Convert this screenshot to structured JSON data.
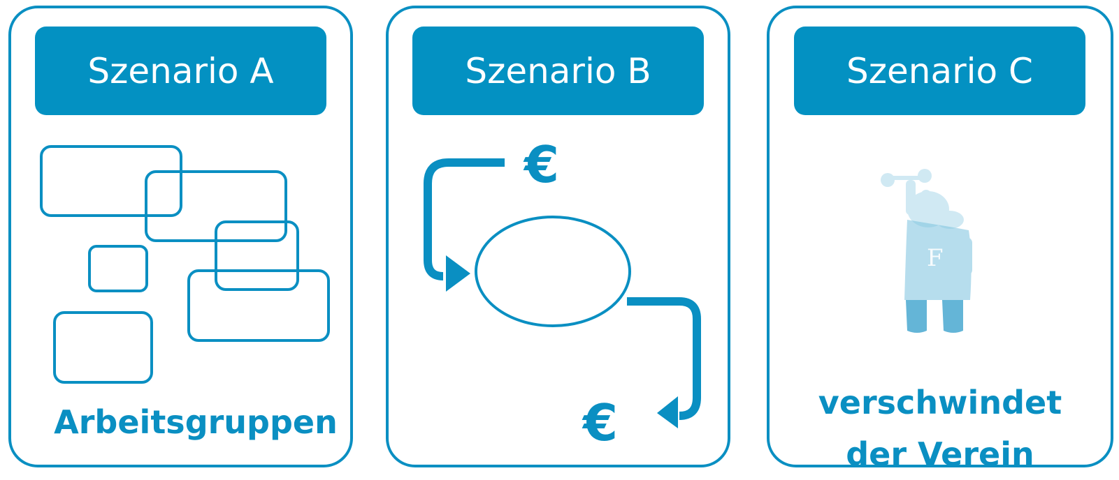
{
  "scenarios": [
    {
      "title": "Szenario A",
      "caption": "Arbeitsgruppen"
    },
    {
      "title": "Szenario B",
      "currency_top": "€",
      "currency_bottom": "€"
    },
    {
      "title": "Szenario C",
      "caption_line1": "verschwindet",
      "caption_line2": "der Verein",
      "mascot_letter": "F"
    }
  ],
  "colors": {
    "accent": "#0a8fc2",
    "header": "#0391c2",
    "mascot": "#aad8ea"
  }
}
